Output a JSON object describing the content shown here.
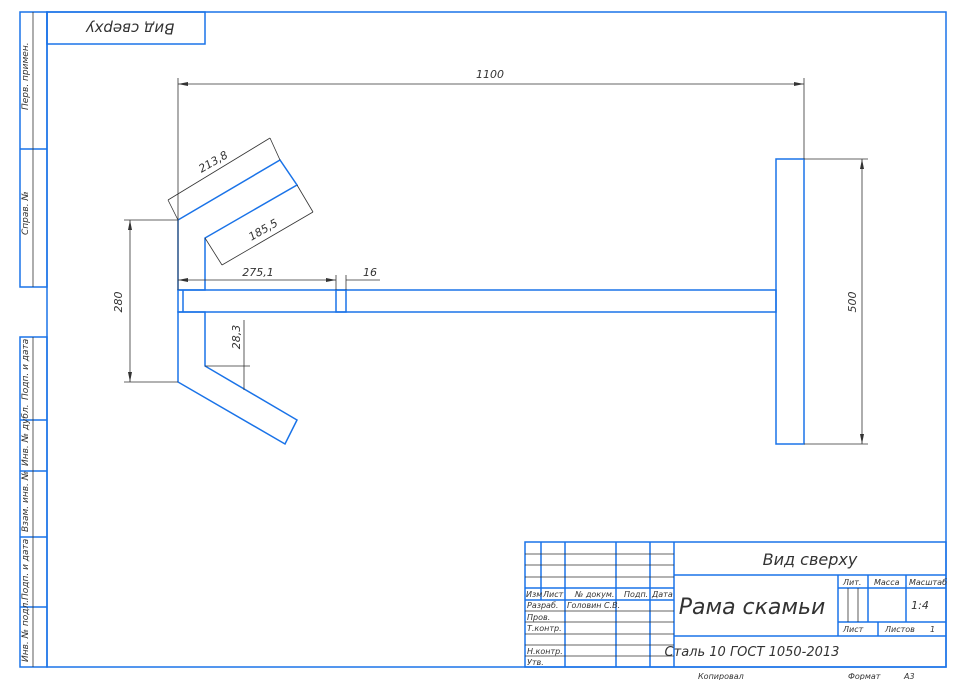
{
  "top_stamp": {
    "text": "Вид сверху"
  },
  "left_strip": {
    "labels": [
      "Перв. примен.",
      "Справ. №",
      "Подп. и дата",
      "Инв. № дубл.",
      "Взам. инв. №",
      "Подп. и дата",
      "Инв. № подл."
    ]
  },
  "dimensions": {
    "overall_length": "1100",
    "arm_length": "213,8",
    "arm_inner": "185,5",
    "beam_offset": "275,1",
    "pipe_width": "16",
    "bracket_height": "280",
    "inner_drop": "28,3",
    "crossbar_length": "500"
  },
  "title_block": {
    "view_title": "Вид сверху",
    "part_name": "Рама скамьи",
    "material": "Сталь 10  ГОСТ 1050-2013",
    "header_cells": [
      "Изм",
      "Лист",
      "№ докум.",
      "Подп.",
      "Дата"
    ],
    "row_labels": [
      "Разраб.",
      "Пров.",
      "Т.контр.",
      "",
      "Н.контр.",
      "Утв."
    ],
    "developer": "Головин С.В.",
    "lit_label": "Лит.",
    "mass_label": "Масса",
    "scale_label": "Масштаб",
    "scale_value": "1:4",
    "sheet_label": "Лист",
    "sheets_label": "Листов",
    "sheets_value": "1",
    "copied_label": "Копировал",
    "format_label": "Формат",
    "format_value": "А3"
  }
}
